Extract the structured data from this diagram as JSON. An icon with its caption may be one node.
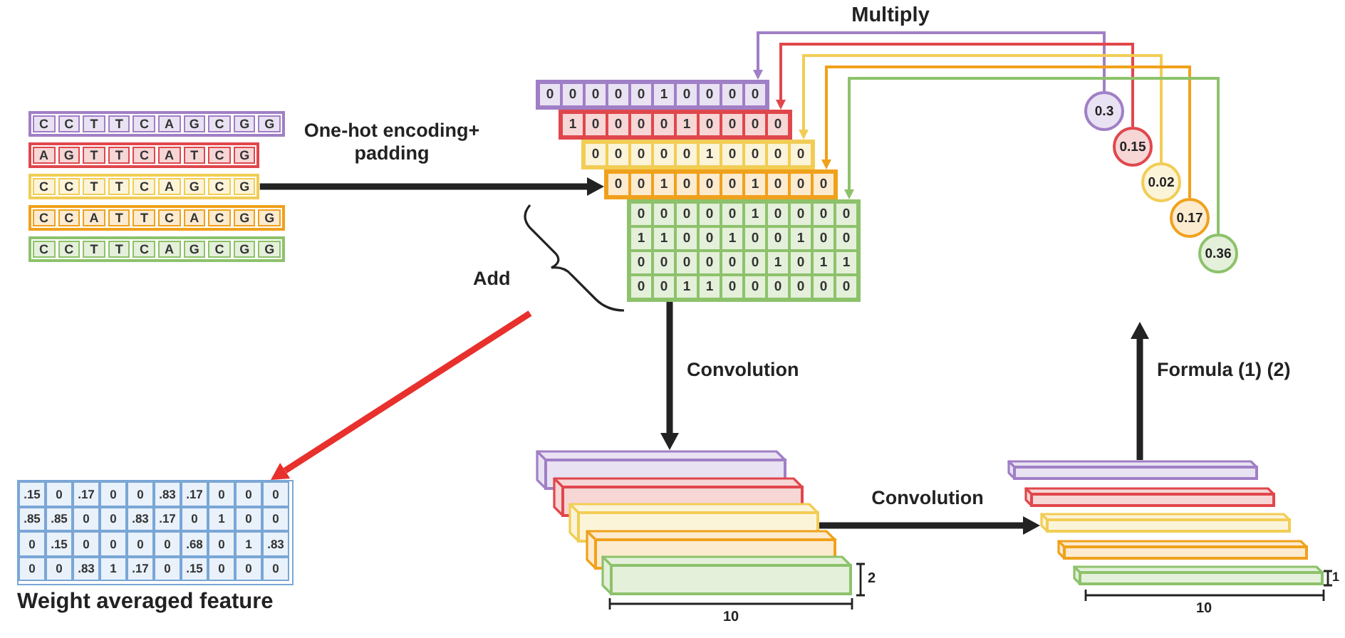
{
  "diagram": {
    "nodes": [
      {
        "text": [
          "C",
          "C",
          "T",
          "T",
          "C",
          "A",
          "G",
          "C",
          "G",
          "G"
        ]
      },
      {
        "text": [
          "A",
          "G",
          "T",
          "T",
          "C",
          "A",
          "T",
          "C",
          "G"
        ]
      },
      {
        "text": [
          "C",
          "C",
          "T",
          "T",
          "C",
          "A",
          "G",
          "C",
          "G"
        ]
      },
      {
        "text": [
          "C",
          "C",
          "A",
          "T",
          "T",
          "C",
          "A",
          "C",
          "G",
          "G"
        ]
      },
      {
        "text": [
          "C",
          "C",
          "T",
          "T",
          "C",
          "A",
          "G",
          "C",
          "G",
          "G"
        ]
      },
      {
        "text": [
          "0",
          "0",
          "0",
          "0",
          "0",
          "1",
          "0",
          "0",
          "0",
          "0"
        ]
      },
      {
        "text": [
          "1",
          "0",
          "0",
          "0",
          "0",
          "1",
          "0",
          "0",
          "0",
          "0"
        ]
      },
      {
        "text": [
          "0",
          "0",
          "0",
          "0",
          "0",
          "1",
          "0",
          "0",
          "0",
          "0"
        ]
      },
      {
        "text": [
          "0",
          "0",
          "1",
          "0",
          "0",
          "0",
          "1",
          "0",
          "0",
          "0"
        ]
      },
      {
        "text": [
          "0",
          "0",
          "0",
          "0",
          "0",
          "1",
          "0",
          "0",
          "0",
          "0",
          "1",
          "1",
          "0",
          "0",
          "1",
          "0",
          "0",
          "1",
          "0",
          "0",
          "0",
          "0",
          "0",
          "0",
          "0",
          "0",
          "1",
          "0",
          "1",
          "1",
          "0",
          "0",
          "1",
          "1",
          "0",
          "0",
          "0",
          "0",
          "0",
          "0"
        ]
      },
      {
        "text": [
          "0.3"
        ]
      },
      {
        "text": [
          "0.15"
        ]
      },
      {
        "text": [
          "0.02"
        ]
      },
      {
        "text": [
          "0.17"
        ]
      },
      {
        "text": [
          "0.36"
        ]
      },
      {
        "text": [
          ".15",
          "0",
          ".17",
          "0",
          "0",
          ".83",
          ".17",
          "0",
          "0",
          "0",
          ".85",
          ".85",
          "0",
          "0",
          ".83",
          ".17",
          "0",
          "1",
          "0",
          "0",
          "0",
          ".15",
          "0",
          "0",
          "0",
          "0",
          ".68",
          "0",
          "1",
          ".83",
          "0",
          "0",
          ".83",
          "1",
          ".17",
          "0",
          ".15",
          "0",
          "0",
          "0"
        ],
        "beside": [
          "Weight averaged feature"
        ]
      },
      {
        "text": [],
        "shape": "bar"
      },
      {
        "text": [],
        "shape": "bar"
      },
      {
        "text": [],
        "shape": "bar"
      },
      {
        "text": [],
        "shape": "bar"
      },
      {
        "text": [],
        "shape": "bar"
      },
      {
        "text": [],
        "shape": "bar"
      },
      {
        "text": [],
        "shape": "bar"
      },
      {
        "text": [],
        "shape": "bar"
      },
      {
        "text": [],
        "shape": "bar"
      },
      {
        "text": [],
        "shape": "bar"
      },
      {
        "text": [],
        "shape": "brace"
      }
    ],
    "edges": [
      {
        "from": 2,
        "to": 8,
        "arrow": "to",
        "label": "One-hot encoding+ padding",
        "style": "thick",
        "color": "#222222"
      },
      {
        "from": 10,
        "to": 5,
        "arrow": "to",
        "color": "#a07fc6"
      },
      {
        "from": 11,
        "to": 6,
        "arrow": "to",
        "color": "#e0474c"
      },
      {
        "from": 12,
        "to": 7,
        "arrow": "to",
        "color": "#f1cd55"
      },
      {
        "from": 13,
        "to": 8,
        "arrow": "to",
        "color": "#f0a11c"
      },
      {
        "from": 14,
        "to": 9,
        "arrow": "to",
        "color": "#8dc26b"
      },
      {
        "from": 9,
        "to": 16,
        "arrow": "to",
        "label": "Convolution",
        "style": "thick",
        "color": "#222222"
      },
      {
        "from": 26,
        "to": 15,
        "arrow": "to",
        "label": "Add",
        "style": "thick",
        "color": "#e8302c"
      },
      {
        "from": 18,
        "to": 23,
        "arrow": "to",
        "label": "Convolution",
        "style": "thick",
        "color": "#222222"
      },
      {
        "from": 21,
        "to": null,
        "arrow": "to",
        "label": "Formula (1) (2)",
        "style": "thick",
        "color": "#222222"
      }
    ],
    "labels": [
      "Multiply",
      "2",
      "10",
      "1",
      "10"
    ]
  }
}
